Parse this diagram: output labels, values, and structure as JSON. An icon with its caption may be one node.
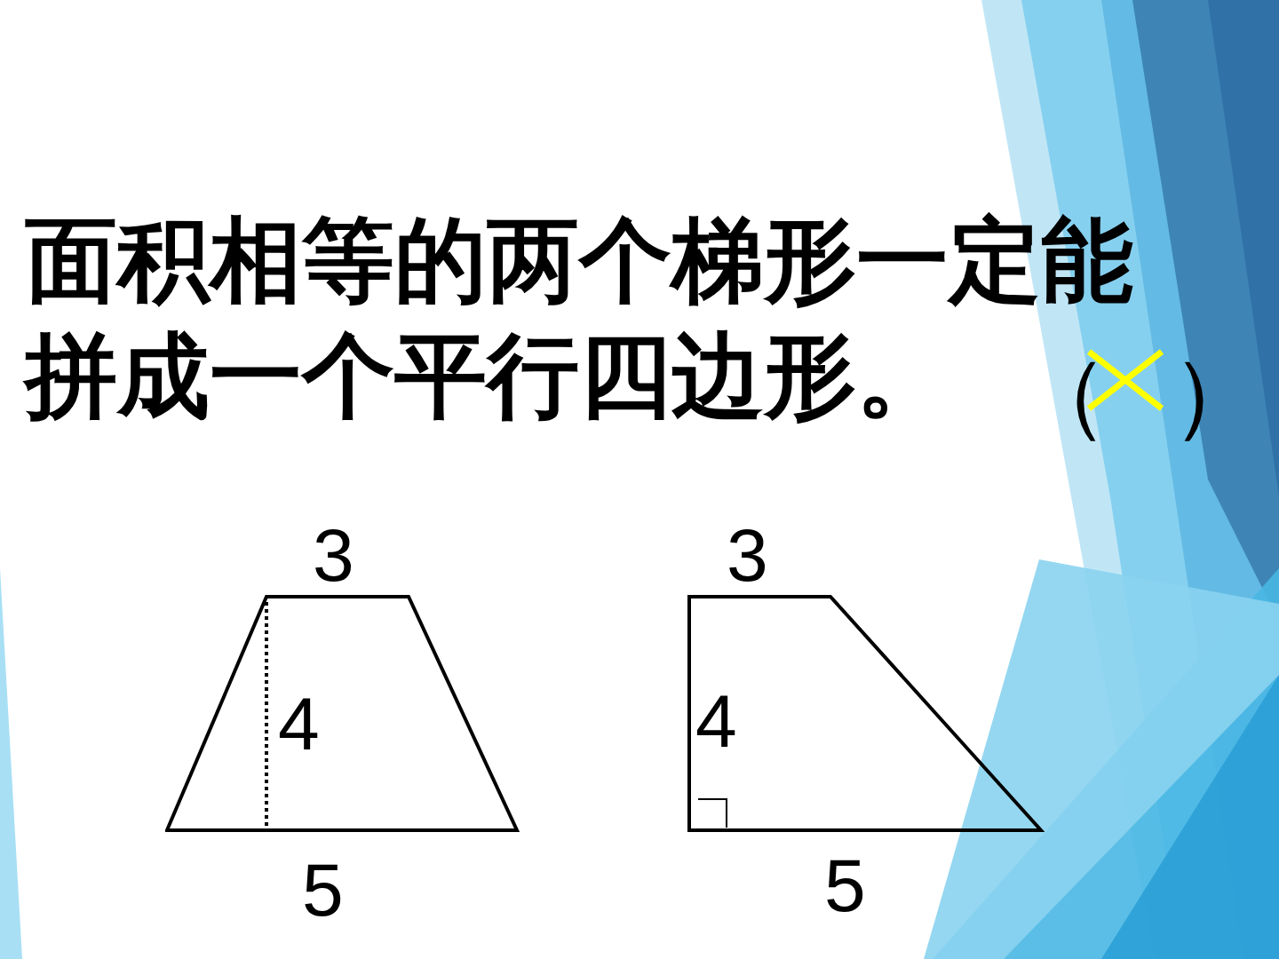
{
  "diagram": {
    "title": "面积相等的两个梯形一定能拼成一个平行四边形。",
    "nodes": [
      {
        "text": [],
        "shape": "trapezoid"
      },
      {
        "text": [],
        "shape": "trapezoid"
      }
    ],
    "labels": [
      "（",
      "）",
      "3",
      "4",
      "5",
      "3",
      "4",
      "5"
    ]
  }
}
